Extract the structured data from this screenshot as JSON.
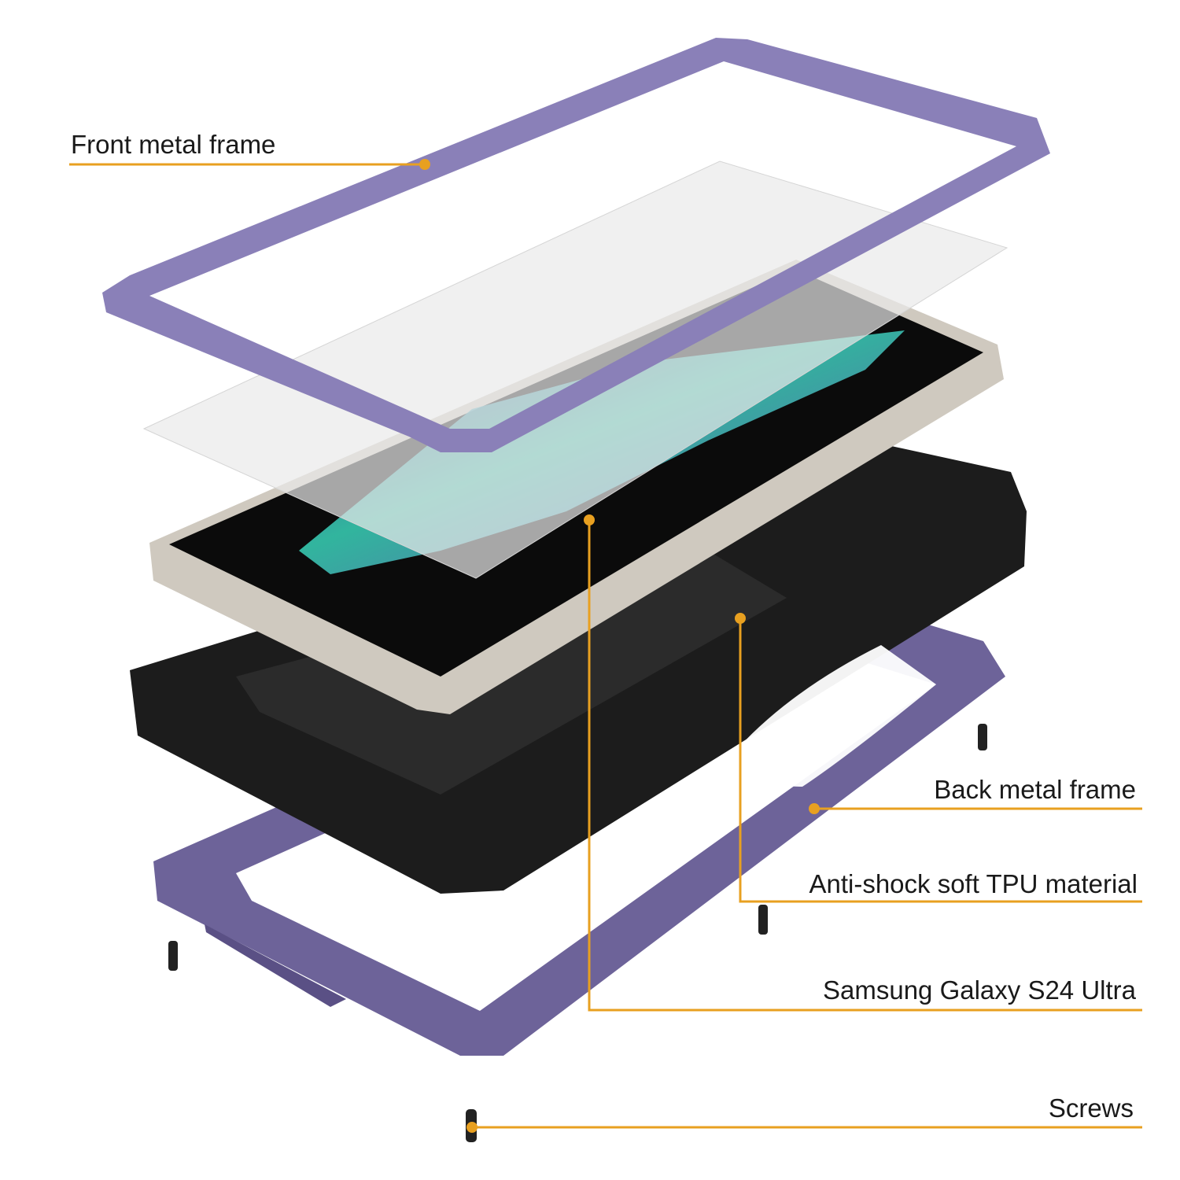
{
  "colors": {
    "callout": "#e8a020",
    "front_frame": "#8a80b8",
    "back_frame": "#6d6399",
    "tpu_case": "#1c1c1c",
    "phone_rim": "#cfc9bf"
  },
  "callouts": [
    {
      "id": "front-frame",
      "label": "Front metal frame"
    },
    {
      "id": "back-frame",
      "label": "Back metal frame"
    },
    {
      "id": "tpu",
      "label": "Anti-shock soft TPU material"
    },
    {
      "id": "phone",
      "label": "Samsung Galaxy S24 Ultra"
    },
    {
      "id": "screws",
      "label": "Screws"
    }
  ]
}
